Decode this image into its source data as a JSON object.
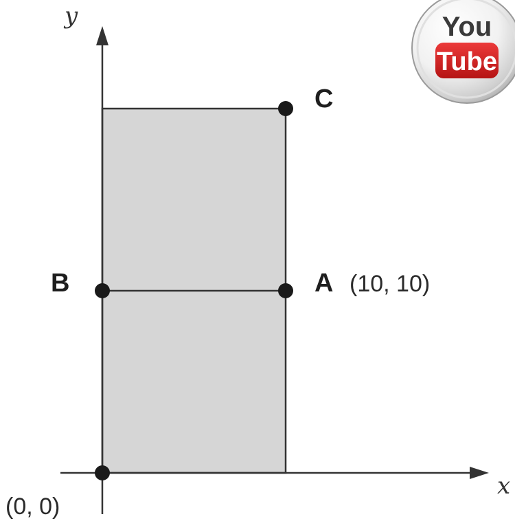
{
  "axes": {
    "x_label": "x",
    "y_label": "y"
  },
  "points": {
    "origin": {
      "label": "(0, 0)"
    },
    "a": {
      "name": "A",
      "coordinate_text": "(10, 10)"
    },
    "b": {
      "name": "B"
    },
    "c": {
      "name": "C"
    }
  },
  "logo": {
    "line1": "You",
    "line2": "Tube",
    "accent_color": "#d11f1f"
  },
  "colors": {
    "region_fill": "#d6d6d6",
    "line": "#333333",
    "point": "#1a1a1a"
  }
}
